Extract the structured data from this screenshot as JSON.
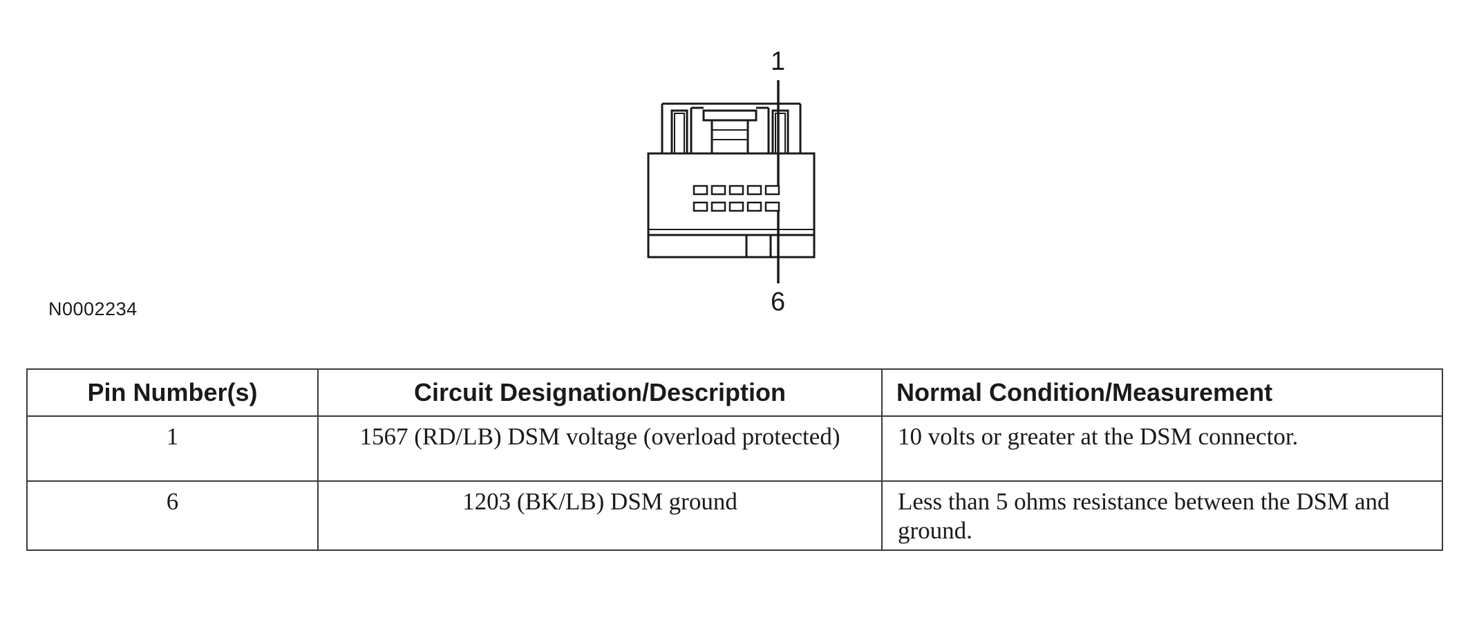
{
  "diagram": {
    "pin_top_label": "1",
    "pin_bottom_label": "6",
    "figure_id": "N0002234"
  },
  "table": {
    "headers": [
      "Pin Number(s)",
      "Circuit Designation/Description",
      "Normal Condition/Measurement"
    ],
    "rows": [
      {
        "pin": "1",
        "circuit": "1567 (RD/LB) DSM voltage (overload protected)",
        "condition": "10 volts or greater at the DSM connector."
      },
      {
        "pin": "6",
        "circuit": "1203 (BK/LB) DSM ground",
        "condition": "Less than 5 ohms resistance between the DSM and ground."
      }
    ]
  }
}
